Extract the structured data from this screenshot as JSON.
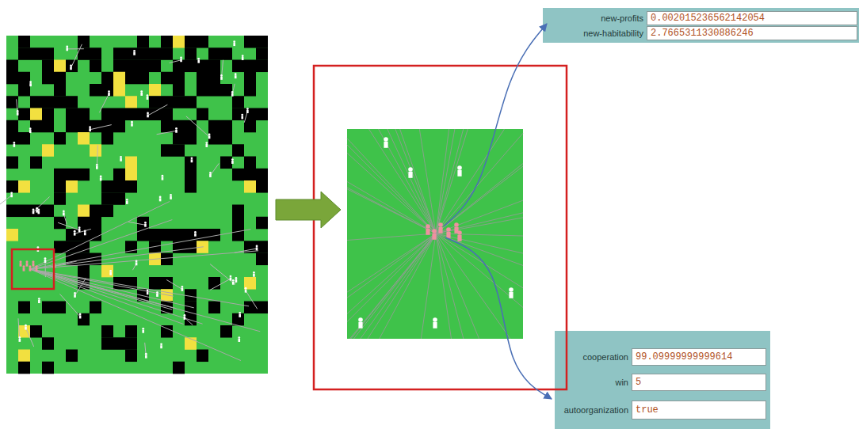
{
  "diagram": {
    "nodes": [
      {
        "text": [
          "new-profits",
          "0.002015236562142054"
        ]
      },
      {
        "text": [
          "new-habitability",
          "2.7665311330886246"
        ]
      },
      {
        "text": [
          "cooperation",
          "99.09999999999614"
        ]
      },
      {
        "text": [
          "win",
          "5"
        ]
      },
      {
        "text": [
          "autoorganization",
          "true"
        ]
      }
    ]
  }
}
